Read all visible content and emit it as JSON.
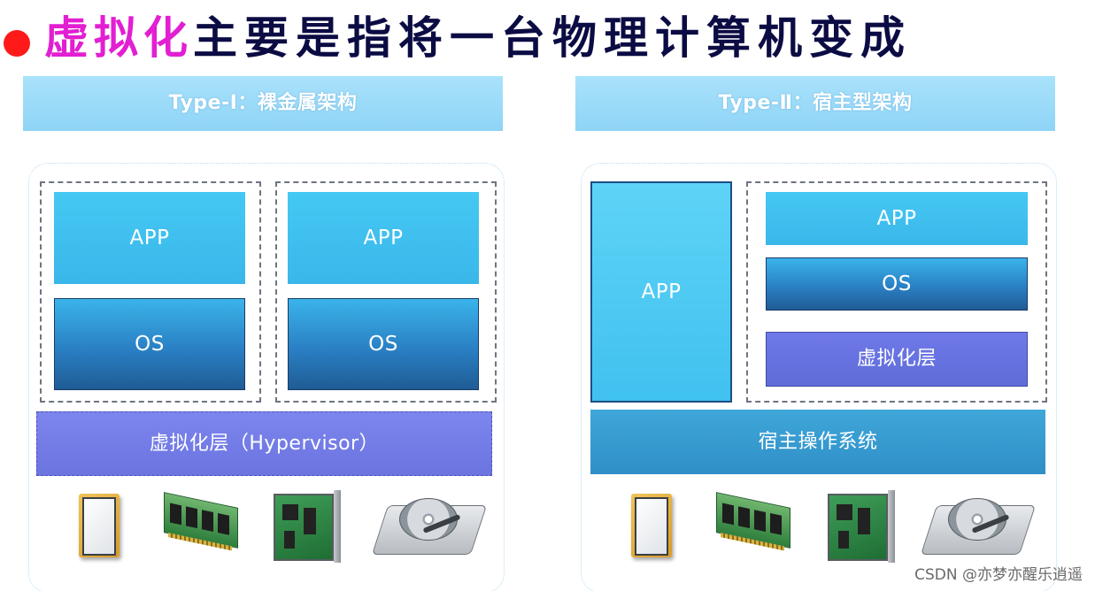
{
  "title": {
    "highlight": "虚拟化",
    "rest": "主要是指将一台物理计算机变成"
  },
  "left_panel": {
    "header": "Type-Ⅰ：裸金属架构",
    "vm1": {
      "app": "APP",
      "os": "OS"
    },
    "vm2": {
      "app": "APP",
      "os": "OS"
    },
    "hypervisor": "虚拟化层（Hypervisor）",
    "hardware_icons": [
      "cpu-icon",
      "ram-module-icon",
      "network-card-icon",
      "hard-drive-icon"
    ]
  },
  "right_panel": {
    "header": "Type-Ⅱ：宿主型架构",
    "host_app": "APP",
    "guest": {
      "app": "APP",
      "os": "OS",
      "virt_layer": "虚拟化层"
    },
    "host_os": "宿主操作系统",
    "hardware_icons": [
      "cpu-icon",
      "ram-module-icon",
      "network-card-icon",
      "hard-drive-icon"
    ]
  },
  "watermark": "CSDN @亦梦亦醒乐逍遥",
  "colors": {
    "bullet": "#ff1a1a",
    "title_highlight": "#e21fd2",
    "title_text": "#0c0c44",
    "header_bg": "#8fd4f6",
    "app_block": "#3ab7ea",
    "os_block": "#2a80c4",
    "virt_layer": "#6b74df",
    "host_os": "#2f8fc7"
  }
}
